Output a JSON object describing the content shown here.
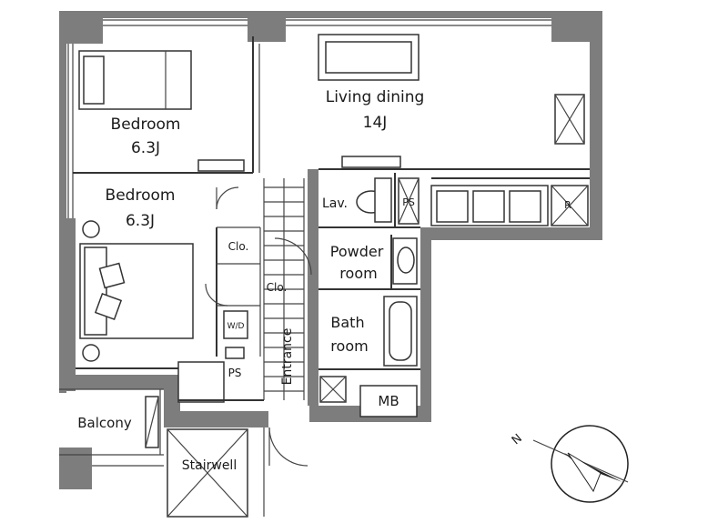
{
  "rooms": {
    "bedroom_1": {
      "name": "Bedroom",
      "size": "6.3J"
    },
    "bedroom_2": {
      "name": "Bedroom",
      "size": "6.3J"
    },
    "living": {
      "name": "Living dining",
      "size": "14J"
    },
    "lavatory": "Lav.",
    "powder_room": {
      "line1": "Powder",
      "line2": "room"
    },
    "bath_room": {
      "line1": "Bath",
      "line2": "room"
    },
    "closet_1": "Clo.",
    "closet_2": "Clo.",
    "washer_dryer": "W/D",
    "pipe_space_1": "PS",
    "pipe_space_2": "PS",
    "refrigerator": "R",
    "entrance": "Entrance",
    "meter_box": "MB",
    "balcony": "Balcony",
    "stairwell": "Stairwell"
  },
  "compass": {
    "label": "N"
  },
  "colors": {
    "wall": "#7d7d7d",
    "line": "#333333",
    "background": "#ffffff"
  }
}
